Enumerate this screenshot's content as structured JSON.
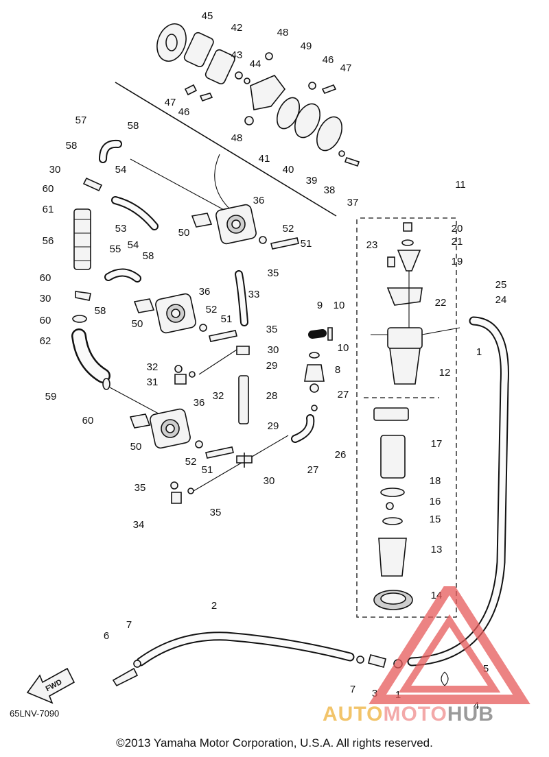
{
  "diagram": {
    "labels": [
      {
        "id": "45",
        "text": "45"
      },
      {
        "id": "42",
        "text": "42"
      },
      {
        "id": "48a",
        "text": "48"
      },
      {
        "id": "43",
        "text": "43"
      },
      {
        "id": "44",
        "text": "44"
      },
      {
        "id": "49",
        "text": "49"
      },
      {
        "id": "46a",
        "text": "46"
      },
      {
        "id": "47a",
        "text": "47"
      },
      {
        "id": "47b",
        "text": "47"
      },
      {
        "id": "46b",
        "text": "46"
      },
      {
        "id": "48b",
        "text": "48"
      },
      {
        "id": "41",
        "text": "41"
      },
      {
        "id": "40",
        "text": "40"
      },
      {
        "id": "39",
        "text": "39"
      },
      {
        "id": "38",
        "text": "38"
      },
      {
        "id": "37",
        "text": "37"
      },
      {
        "id": "57",
        "text": "57"
      },
      {
        "id": "58a",
        "text": "58"
      },
      {
        "id": "58b",
        "text": "58"
      },
      {
        "id": "30a",
        "text": "30"
      },
      {
        "id": "54a",
        "text": "54"
      },
      {
        "id": "60a",
        "text": "60"
      },
      {
        "id": "61",
        "text": "61"
      },
      {
        "id": "56",
        "text": "56"
      },
      {
        "id": "53",
        "text": "53"
      },
      {
        "id": "36a",
        "text": "36"
      },
      {
        "id": "50a",
        "text": "50"
      },
      {
        "id": "52a",
        "text": "52"
      },
      {
        "id": "54b",
        "text": "54"
      },
      {
        "id": "51a",
        "text": "51"
      },
      {
        "id": "55",
        "text": "55"
      },
      {
        "id": "58c",
        "text": "58"
      },
      {
        "id": "35a",
        "text": "35"
      },
      {
        "id": "60b",
        "text": "60"
      },
      {
        "id": "30b",
        "text": "30"
      },
      {
        "id": "58d",
        "text": "58"
      },
      {
        "id": "36b",
        "text": "36"
      },
      {
        "id": "33",
        "text": "33"
      },
      {
        "id": "60c",
        "text": "60"
      },
      {
        "id": "52b",
        "text": "52"
      },
      {
        "id": "50b",
        "text": "50"
      },
      {
        "id": "51b",
        "text": "51"
      },
      {
        "id": "35b",
        "text": "35"
      },
      {
        "id": "62",
        "text": "62"
      },
      {
        "id": "30c",
        "text": "30"
      },
      {
        "id": "32a",
        "text": "32"
      },
      {
        "id": "29a",
        "text": "29"
      },
      {
        "id": "31",
        "text": "31"
      },
      {
        "id": "32b",
        "text": "32"
      },
      {
        "id": "59",
        "text": "59"
      },
      {
        "id": "28",
        "text": "28"
      },
      {
        "id": "60d",
        "text": "60"
      },
      {
        "id": "36c",
        "text": "36"
      },
      {
        "id": "29b",
        "text": "29"
      },
      {
        "id": "50c",
        "text": "50"
      },
      {
        "id": "52c",
        "text": "52"
      },
      {
        "id": "51c",
        "text": "51"
      },
      {
        "id": "30d",
        "text": "30"
      },
      {
        "id": "35c",
        "text": "35"
      },
      {
        "id": "35d",
        "text": "35"
      },
      {
        "id": "34",
        "text": "34"
      },
      {
        "id": "11",
        "text": "11"
      },
      {
        "id": "20",
        "text": "20"
      },
      {
        "id": "21",
        "text": "21"
      },
      {
        "id": "23",
        "text": "23"
      },
      {
        "id": "19",
        "text": "19"
      },
      {
        "id": "25",
        "text": "25"
      },
      {
        "id": "22",
        "text": "22"
      },
      {
        "id": "24",
        "text": "24"
      },
      {
        "id": "9",
        "text": "9"
      },
      {
        "id": "10a",
        "text": "10"
      },
      {
        "id": "1a",
        "text": "1"
      },
      {
        "id": "10b",
        "text": "10"
      },
      {
        "id": "12",
        "text": "12"
      },
      {
        "id": "8",
        "text": "8"
      },
      {
        "id": "27a",
        "text": "27"
      },
      {
        "id": "26",
        "text": "26"
      },
      {
        "id": "27b",
        "text": "27"
      },
      {
        "id": "17",
        "text": "17"
      },
      {
        "id": "18",
        "text": "18"
      },
      {
        "id": "16",
        "text": "16"
      },
      {
        "id": "15",
        "text": "15"
      },
      {
        "id": "13",
        "text": "13"
      },
      {
        "id": "14",
        "text": "14"
      },
      {
        "id": "2",
        "text": "2"
      },
      {
        "id": "7a",
        "text": "7"
      },
      {
        "id": "6",
        "text": "6"
      },
      {
        "id": "5",
        "text": "5"
      },
      {
        "id": "7b",
        "text": "7"
      },
      {
        "id": "3",
        "text": "3"
      },
      {
        "id": "1b",
        "text": "1"
      },
      {
        "id": "4",
        "text": "4"
      }
    ],
    "fwd_label": "FWD",
    "ref_code": "65LNV-7090",
    "copyright": "©2013 Yamaha Motor Corporation, U.S.A. All rights reserved."
  },
  "watermark": {
    "part1": "AUTO",
    "part2": "MOTO",
    "part3": "HUB",
    "colors": {
      "triangle": "#e65a5a",
      "auto": "#f2c46a",
      "moto": "#f3a9a9",
      "hub": "#9a9a9a"
    }
  }
}
